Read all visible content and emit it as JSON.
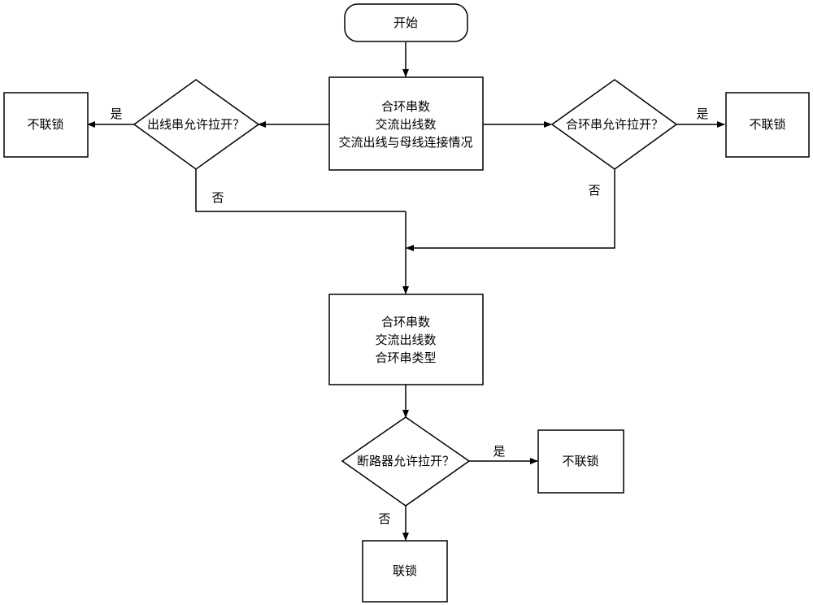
{
  "nodes": {
    "start": "开始",
    "info1": [
      "合环串数",
      "交流出线数",
      "交流出线与母线连接情况"
    ],
    "decision_left": "出线串允许拉开？",
    "decision_right": "合环串允许拉开？",
    "no_lock_left": "不联锁",
    "no_lock_right": "不联锁",
    "info2": [
      "合环串数",
      "交流出线数",
      "合环串类型"
    ],
    "decision_breaker": "断路器允许拉开？",
    "no_lock_bottom": "不联锁",
    "lock": "联锁"
  },
  "edges": {
    "yes": "是",
    "no": "否"
  }
}
